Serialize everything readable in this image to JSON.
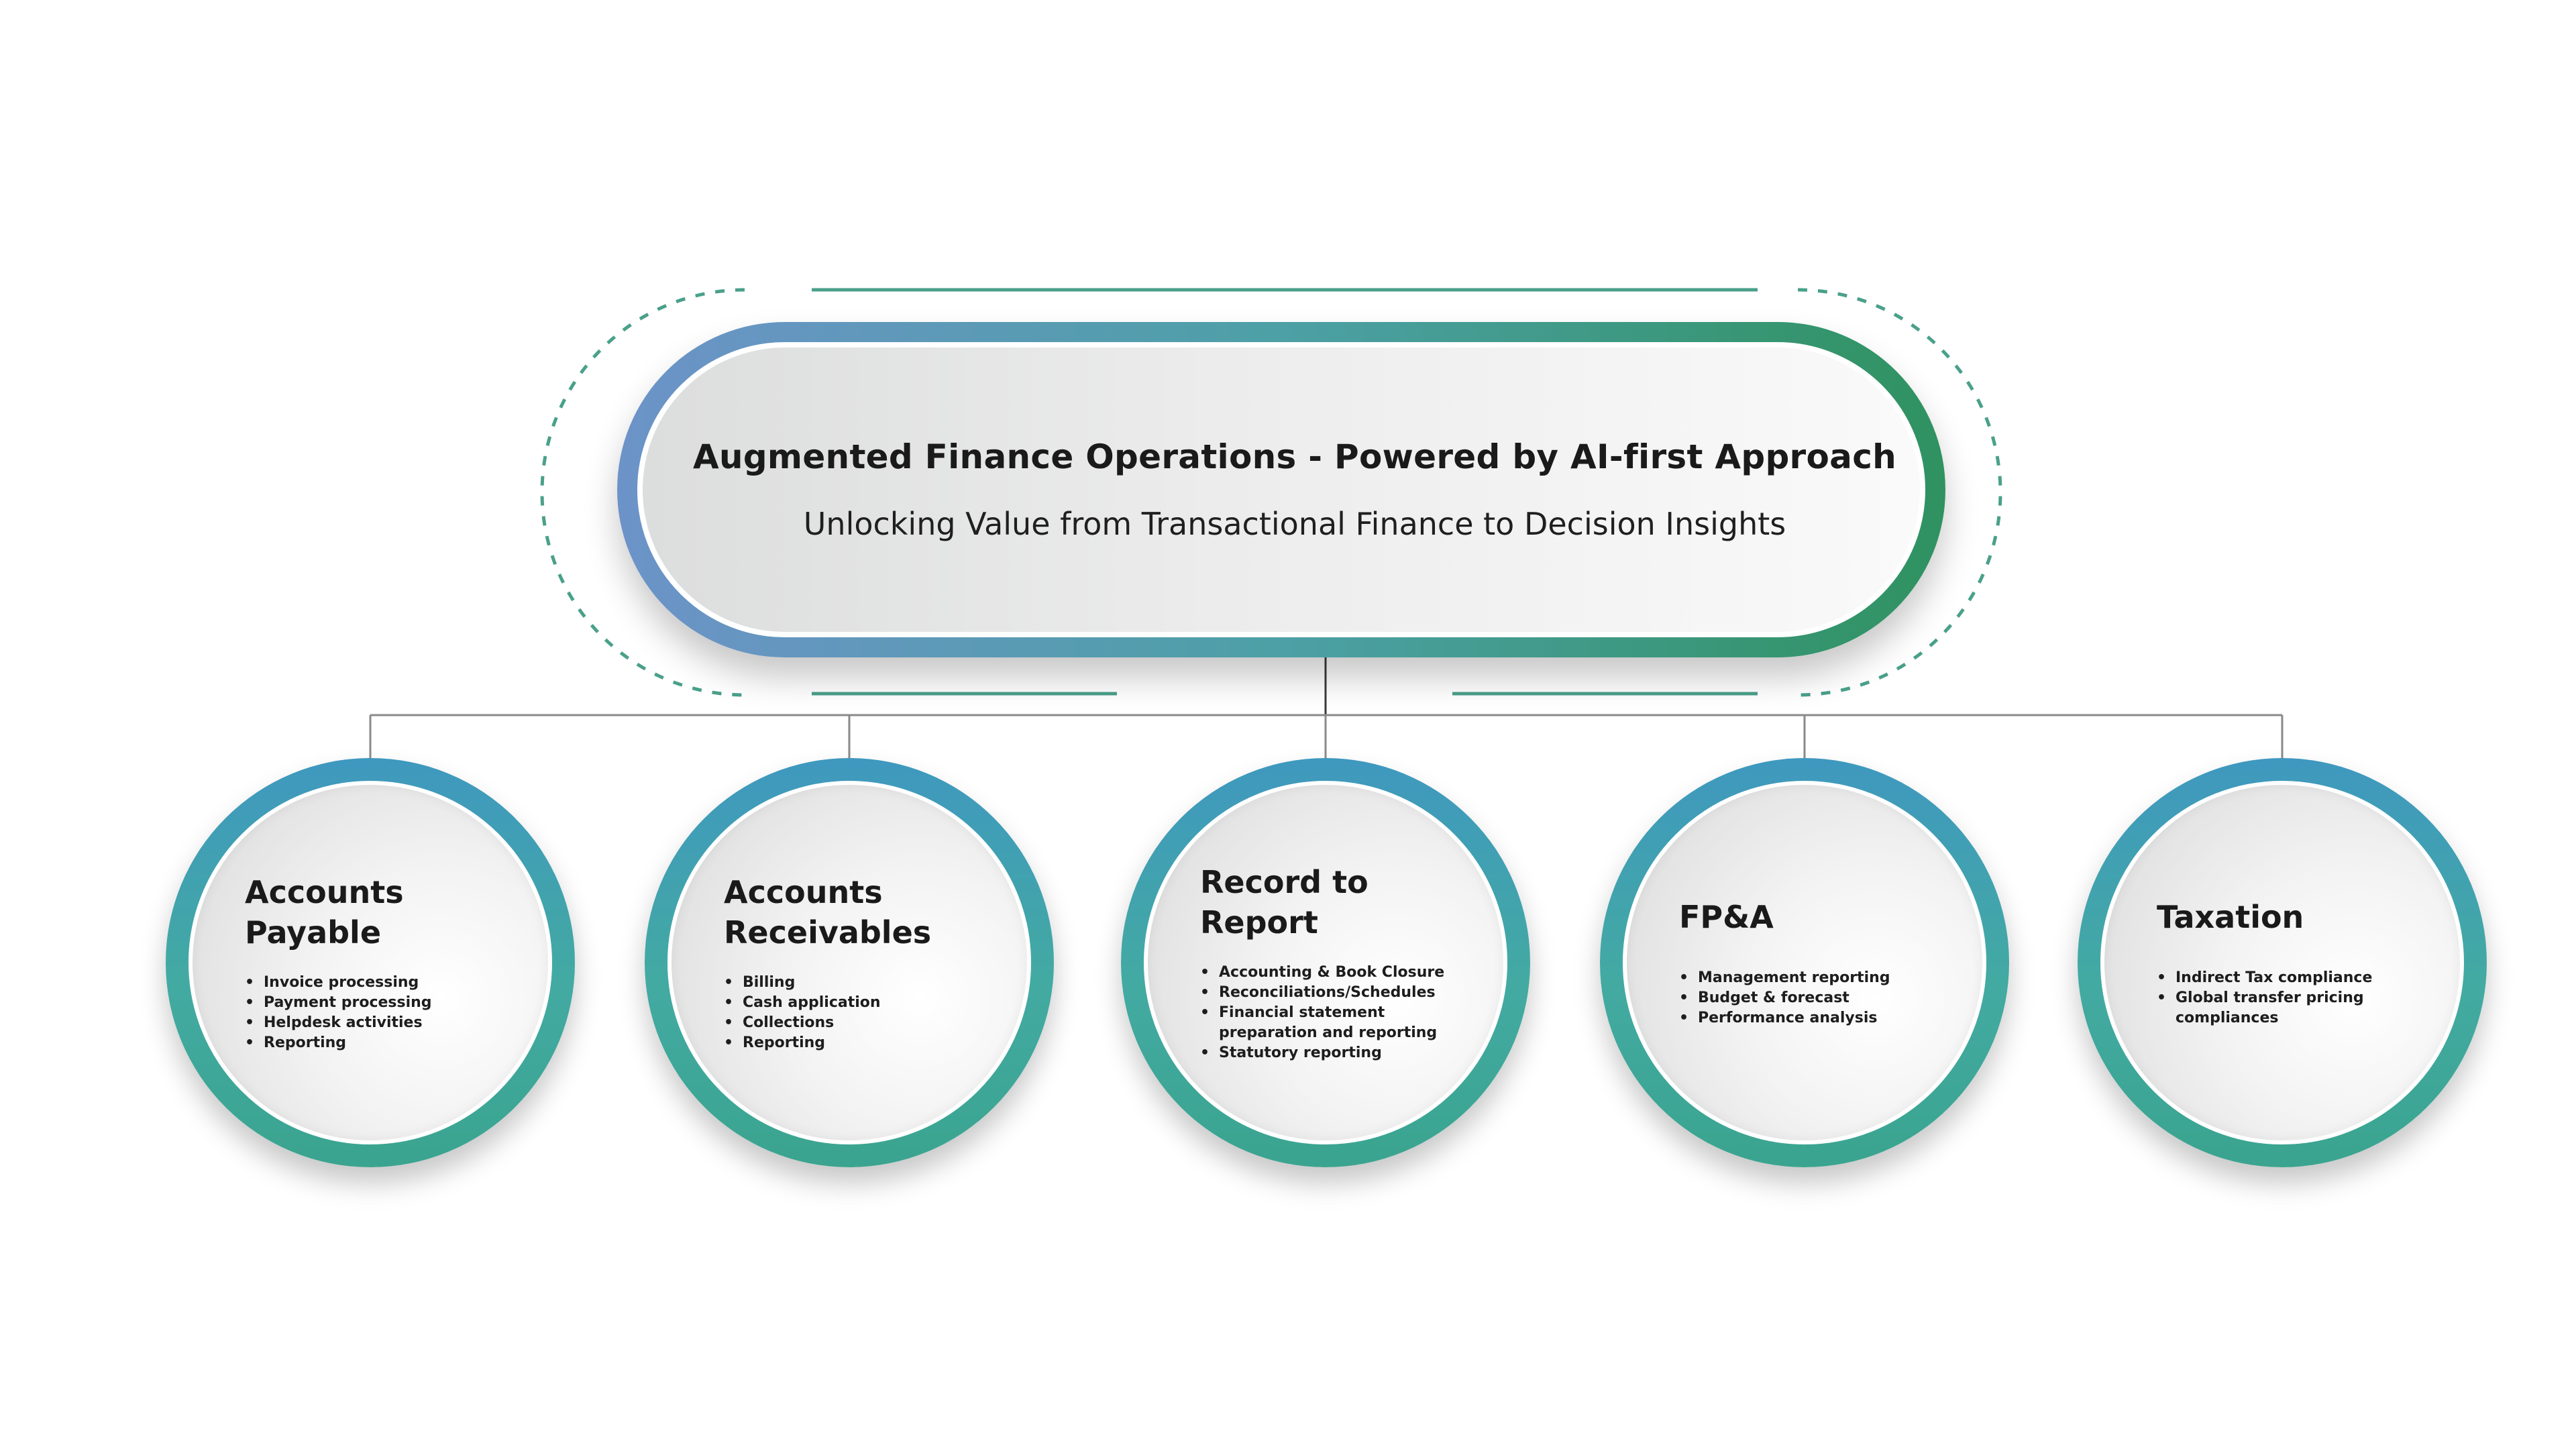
{
  "hero": {
    "title": "Augmented Finance Operations - Powered by AI-first Approach",
    "subtitle": "Unlocking Value from Transactional Finance to Decision Insights"
  },
  "nodes": [
    {
      "title_lines": [
        "Accounts",
        "Payable"
      ],
      "items": [
        "Invoice processing",
        "Payment processing",
        "Helpdesk activities",
        "Reporting"
      ]
    },
    {
      "title_lines": [
        "Accounts",
        "Receivables"
      ],
      "items": [
        "Billing",
        "Cash application",
        "Collections",
        "Reporting"
      ]
    },
    {
      "title_lines": [
        "Record to",
        "Report"
      ],
      "items": [
        "Accounting & Book Closure",
        "Reconciliations/Schedules",
        "Financial statement preparation and reporting",
        "Statutory reporting"
      ]
    },
    {
      "title_lines": [
        "FP&A"
      ],
      "items": [
        "Management reporting",
        "Budget & forecast",
        "Performance analysis"
      ]
    },
    {
      "title_lines": [
        "Taxation"
      ],
      "items": [
        "Indirect Tax compliance",
        "Global transfer pricing compliances"
      ]
    }
  ],
  "colors": {
    "accent_blue": "#6c93c8",
    "accent_teal": "#43aaa2",
    "accent_green": "#2f9260",
    "dashed_ring": "#4aa08a",
    "connector": "#8a8a8a"
  }
}
